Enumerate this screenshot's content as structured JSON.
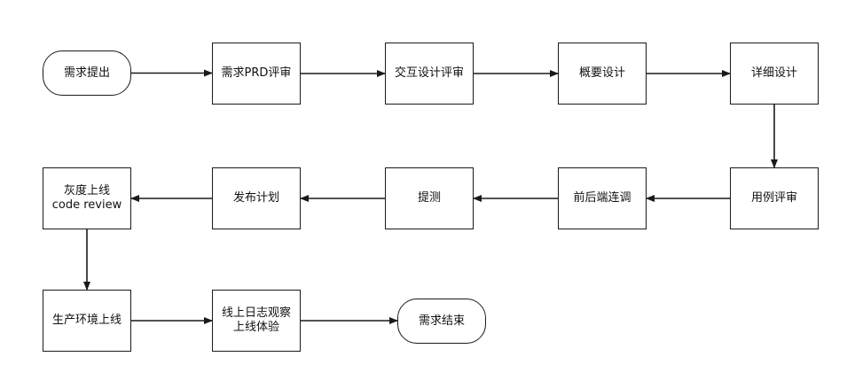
{
  "diagram": {
    "nodes": [
      {
        "id": "n1",
        "shape": "terminal",
        "lines": [
          "需求提出"
        ]
      },
      {
        "id": "n2",
        "shape": "rect",
        "lines": [
          "需求PRD评审"
        ]
      },
      {
        "id": "n3",
        "shape": "rect",
        "lines": [
          "交互设计评审"
        ]
      },
      {
        "id": "n4",
        "shape": "rect",
        "lines": [
          "概要设计"
        ]
      },
      {
        "id": "n5",
        "shape": "rect",
        "lines": [
          "详细设计"
        ]
      },
      {
        "id": "n6",
        "shape": "rect",
        "lines": [
          "用例评审"
        ]
      },
      {
        "id": "n7",
        "shape": "rect",
        "lines": [
          "前后端连调"
        ]
      },
      {
        "id": "n8",
        "shape": "rect",
        "lines": [
          "提测"
        ]
      },
      {
        "id": "n9",
        "shape": "rect",
        "lines": [
          "发布计划"
        ]
      },
      {
        "id": "n10",
        "shape": "rect",
        "lines": [
          "灰度上线",
          "code review"
        ]
      },
      {
        "id": "n11",
        "shape": "rect",
        "lines": [
          "生产环境上线"
        ]
      },
      {
        "id": "n12",
        "shape": "rect",
        "lines": [
          "线上日志观察",
          "上线体验"
        ]
      },
      {
        "id": "n13",
        "shape": "terminal",
        "lines": [
          "需求结束"
        ]
      }
    ],
    "edges": [
      {
        "from": "n1",
        "to": "n2"
      },
      {
        "from": "n2",
        "to": "n3"
      },
      {
        "from": "n3",
        "to": "n4"
      },
      {
        "from": "n4",
        "to": "n5"
      },
      {
        "from": "n5",
        "to": "n6"
      },
      {
        "from": "n6",
        "to": "n7"
      },
      {
        "from": "n7",
        "to": "n8"
      },
      {
        "from": "n8",
        "to": "n9"
      },
      {
        "from": "n9",
        "to": "n10"
      },
      {
        "from": "n10",
        "to": "n11"
      },
      {
        "from": "n11",
        "to": "n12"
      },
      {
        "from": "n12",
        "to": "n13"
      }
    ],
    "colors": {
      "stroke": "#1a1a1a",
      "fill": "#ffffff",
      "text": "#111111"
    }
  }
}
